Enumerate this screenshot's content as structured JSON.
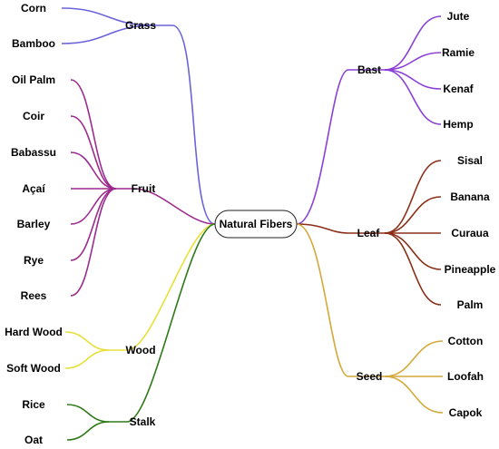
{
  "root": {
    "label": "Natural Fibers"
  },
  "groups": [
    {
      "label": "Grass",
      "color": "#6b63d8",
      "children": [
        "Corn",
        "Bamboo"
      ]
    },
    {
      "label": "Fruit",
      "color": "#9b2b8f",
      "children": [
        "Oil Palm",
        "Coir",
        "Babassu",
        "Açaí",
        "Barley",
        "Rye",
        "Rees"
      ]
    },
    {
      "label": "Wood",
      "color": "#e8e03a",
      "children": [
        "Hard Wood",
        "Soft Wood"
      ]
    },
    {
      "label": "Stalk",
      "color": "#2e7a18",
      "children": [
        "Rice",
        "Oat"
      ]
    },
    {
      "label": "Bast",
      "color": "#8a3fd6",
      "children": [
        "Jute",
        "Ramie",
        "Kenaf",
        "Hemp"
      ]
    },
    {
      "label": "Leaf",
      "color": "#8a2e16",
      "children": [
        "Sisal",
        "Banana",
        "Curaua",
        "Pineapple",
        "Palm"
      ]
    },
    {
      "label": "Seed",
      "color": "#d4a93a",
      "children": [
        "Cotton",
        "Loofah",
        "Capok"
      ]
    }
  ]
}
